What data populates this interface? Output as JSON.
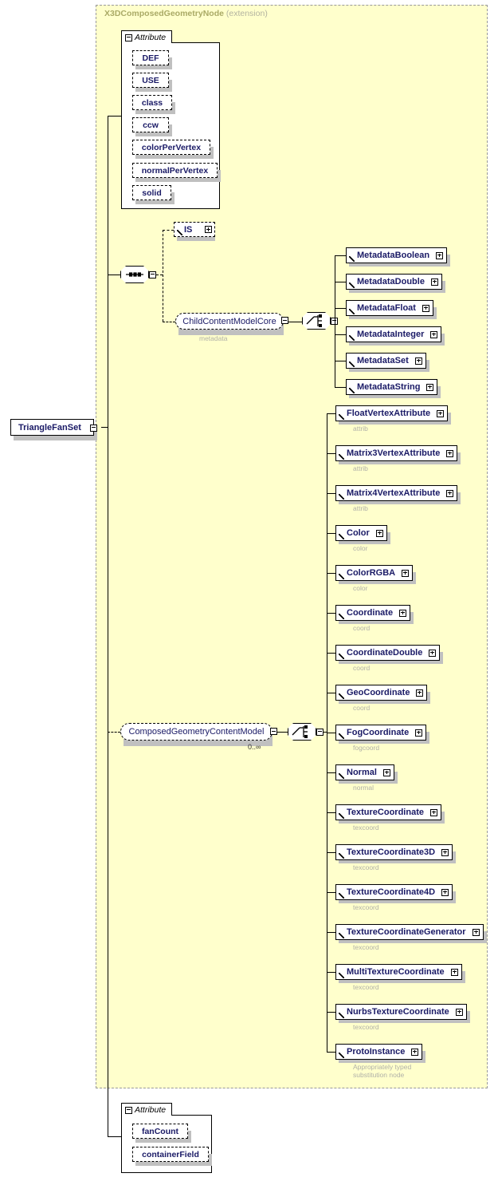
{
  "diagram": {
    "root_element": "TriangleFanSet",
    "extension_block": {
      "name": "X3DComposedGeometryNode",
      "qualifier": "(extension)"
    },
    "attribute_group_label": "Attribute",
    "top_attributes": [
      "DEF",
      "USE",
      "class",
      "ccw",
      "colorPerVertex",
      "normalPerVertex",
      "solid"
    ],
    "bottom_attributes": [
      "fanCount",
      "containerField"
    ],
    "sequence_children": {
      "is_element": "IS",
      "child_content_model": {
        "name": "ChildContentModelCore",
        "caption": "metadata"
      }
    },
    "metadata_choices": [
      "MetadataBoolean",
      "MetadataDouble",
      "MetadataFloat",
      "MetadataInteger",
      "MetadataSet",
      "MetadataString"
    ],
    "composed_geometry": {
      "name": "ComposedGeometryContentModel",
      "occurrence": "0..∞"
    },
    "geometry_choices": [
      {
        "name": "FloatVertexAttribute",
        "caption": "attrib"
      },
      {
        "name": "Matrix3VertexAttribute",
        "caption": "attrib"
      },
      {
        "name": "Matrix4VertexAttribute",
        "caption": "attrib"
      },
      {
        "name": "Color",
        "caption": "color"
      },
      {
        "name": "ColorRGBA",
        "caption": "color"
      },
      {
        "name": "Coordinate",
        "caption": "coord"
      },
      {
        "name": "CoordinateDouble",
        "caption": "coord"
      },
      {
        "name": "GeoCoordinate",
        "caption": "coord"
      },
      {
        "name": "FogCoordinate",
        "caption": "fogcoord"
      },
      {
        "name": "Normal",
        "caption": "normal"
      },
      {
        "name": "TextureCoordinate",
        "caption": "texcoord"
      },
      {
        "name": "TextureCoordinate3D",
        "caption": "texcoord"
      },
      {
        "name": "TextureCoordinate4D",
        "caption": "texcoord"
      },
      {
        "name": "TextureCoordinateGenerator",
        "caption": "texcoord"
      },
      {
        "name": "MultiTextureCoordinate",
        "caption": "texcoord"
      },
      {
        "name": "NurbsTextureCoordinate",
        "caption": "texcoord"
      },
      {
        "name": "ProtoInstance",
        "caption": "Appropriately typed\nsubstitution node"
      }
    ],
    "colors": {
      "extension_background": "#ffffcc",
      "extension_border": "#999999",
      "element_text": "#1a1a66",
      "caption_text": "#b0b0a8",
      "title_text": "#aaaa66",
      "shadow": "#c0c0c0"
    }
  }
}
